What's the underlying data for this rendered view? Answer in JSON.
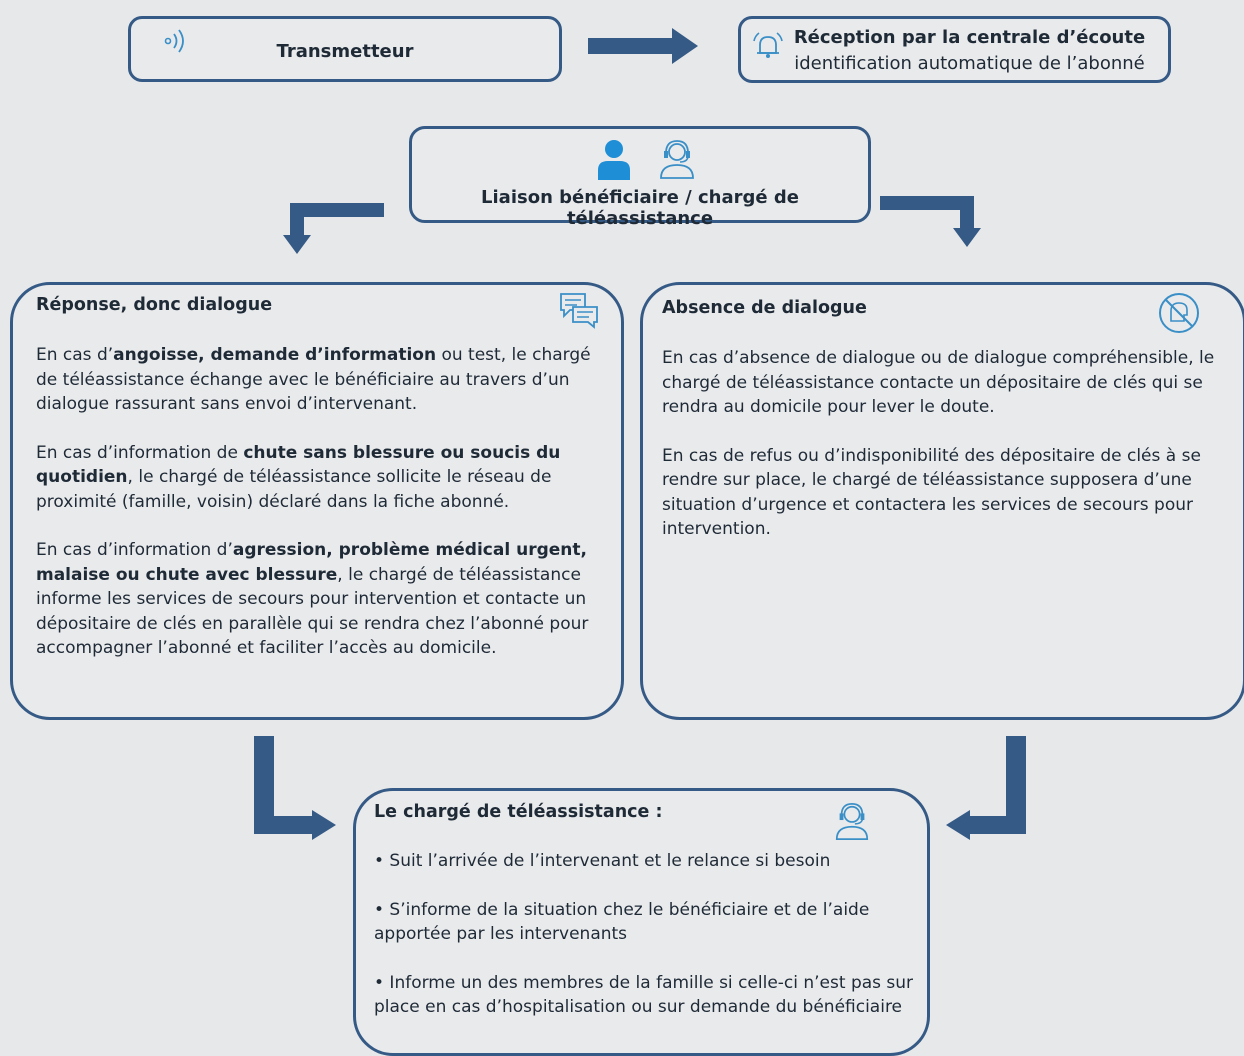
{
  "colors": {
    "border": "#355a86",
    "accent_blue": "#1e8fd6",
    "icon_blue": "#3a8fc7",
    "background": "#e7e8ea"
  },
  "top_left": {
    "label": "Transmetteur",
    "icon": "signal-waves-icon"
  },
  "top_right": {
    "line1": "Réception par la centrale d’écoute",
    "line2": "identification automatique de l’abonné",
    "icon": "bell-alarm-icon"
  },
  "middle": {
    "label": "Liaison bénéficiaire / chargé de téléassistance",
    "icons": [
      "user-icon",
      "headset-operator-icon"
    ]
  },
  "left_box": {
    "title": "Réponse, donc dialogue",
    "icon": "chat-bubbles-icon",
    "p1": {
      "a": "En cas d’",
      "b": "angoisse, demande d’information",
      "c": " ou test, le chargé de téléassistance échange avec le bénéficiaire au travers d’un dialogue rassurant sans envoi d’intervenant."
    },
    "p2": {
      "a": "En cas d’information de ",
      "b": "chute sans blessure ou soucis du quotidien",
      "c": ", le chargé de téléassistance sollicite le réseau de proximité (famille, voisin) déclaré dans la fiche abonné."
    },
    "p3": {
      "a": "En cas d’information d’",
      "b": "agression, problème médical urgent, malaise ou chute avec blessure",
      "c": ", le chargé de téléassistance informe les services de secours pour intervention et contacte un dépositaire de clés en parallèle qui se rendra chez l’abonné pour accompagner l’abonné et faciliter l’accès au domicile."
    }
  },
  "right_box": {
    "title": "Absence de dialogue",
    "icon": "no-speech-icon",
    "p1": "En cas d’absence de dialogue ou de dialogue compréhensible, le chargé de téléassistance contacte un dépositaire de clés qui se rendra au domicile pour lever le doute.",
    "p2": "En cas de refus ou d’indisponibilité des dépositaire de clés à se rendre sur place, le chargé de téléassistance supposera d’une situation d’urgence et contactera les services de secours pour intervention."
  },
  "bottom_box": {
    "title": "Le chargé de téléassistance :",
    "icon": "headset-operator-icon",
    "bullets": [
      "• Suit l’arrivée de l’intervenant et le relance si besoin",
      "• S’informe de la situation chez le bénéficiaire et de l’aide apportée par les intervenants",
      "• Informe un des membres de la famille si celle-ci n’est pas sur place en cas  d’hospitalisation ou sur demande du bénéficiaire"
    ]
  }
}
